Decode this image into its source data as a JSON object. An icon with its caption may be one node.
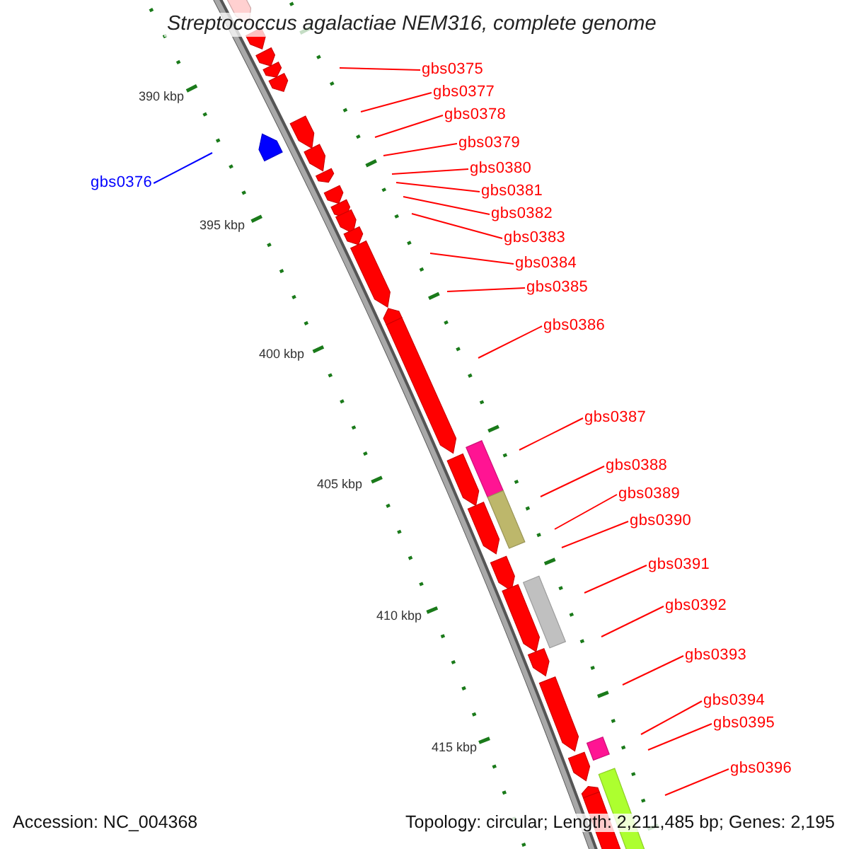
{
  "diagram": {
    "title": "Streptococcus agalactiae NEM316, complete genome",
    "nodes": [
      {
        "text": [
          "gbs0375"
        ]
      },
      {
        "text": [
          "gbs0376"
        ]
      },
      {
        "text": [
          "gbs0377"
        ]
      },
      {
        "text": [
          "gbs0378"
        ]
      },
      {
        "text": [
          "gbs0379"
        ]
      },
      {
        "text": [
          "gbs0380"
        ]
      },
      {
        "text": [
          "gbs0381"
        ]
      },
      {
        "text": [
          "gbs0382"
        ]
      },
      {
        "text": [
          "gbs0383"
        ]
      },
      {
        "text": [
          "gbs0384"
        ]
      },
      {
        "text": [
          "gbs0385"
        ]
      },
      {
        "text": [
          "gbs0386"
        ]
      },
      {
        "text": [
          "gbs0387"
        ]
      },
      {
        "text": [
          "gbs0388"
        ]
      },
      {
        "text": [
          "gbs0389"
        ]
      },
      {
        "text": [
          "gbs0390"
        ]
      },
      {
        "text": [
          "gbs0391"
        ]
      },
      {
        "text": [
          "gbs0392"
        ]
      },
      {
        "text": [
          "gbs0393"
        ]
      },
      {
        "text": [
          "gbs0394"
        ]
      },
      {
        "text": [
          "gbs0395"
        ]
      },
      {
        "text": [
          "gbs0396"
        ]
      }
    ],
    "edges": [
      {
        "from": 0,
        "to": null,
        "arrow": "none"
      },
      {
        "from": 1,
        "to": null,
        "arrow": "none",
        "color": "#0000ff"
      },
      {
        "from": 2,
        "to": null,
        "arrow": "none"
      },
      {
        "from": 3,
        "to": null,
        "arrow": "none"
      },
      {
        "from": 4,
        "to": null,
        "arrow": "none"
      },
      {
        "from": 5,
        "to": null,
        "arrow": "none"
      },
      {
        "from": 6,
        "to": null,
        "arrow": "none"
      },
      {
        "from": 7,
        "to": null,
        "arrow": "none"
      },
      {
        "from": 8,
        "to": null,
        "arrow": "none"
      },
      {
        "from": 9,
        "to": null,
        "arrow": "none"
      },
      {
        "from": 10,
        "to": null,
        "arrow": "none"
      },
      {
        "from": 11,
        "to": null,
        "arrow": "none"
      },
      {
        "from": 12,
        "to": null,
        "arrow": "none"
      },
      {
        "from": 13,
        "to": null,
        "arrow": "none"
      },
      {
        "from": 14,
        "to": null,
        "arrow": "none"
      },
      {
        "from": 15,
        "to": null,
        "arrow": "none"
      },
      {
        "from": 16,
        "to": null,
        "arrow": "none"
      },
      {
        "from": 17,
        "to": null,
        "arrow": "none"
      },
      {
        "from": 18,
        "to": null,
        "arrow": "none"
      },
      {
        "from": 19,
        "to": null,
        "arrow": "none"
      },
      {
        "from": 20,
        "to": null,
        "arrow": "none"
      },
      {
        "from": 21,
        "to": null,
        "arrow": "none"
      }
    ],
    "labels": [
      "390 kbp",
      "395 kbp",
      "400 kbp",
      "405 kbp",
      "410 kbp",
      "415 kbp",
      "Accession: NC_004368",
      "Topology: circular; Length: 2,211,485 bp; Genes: 2,195"
    ]
  }
}
